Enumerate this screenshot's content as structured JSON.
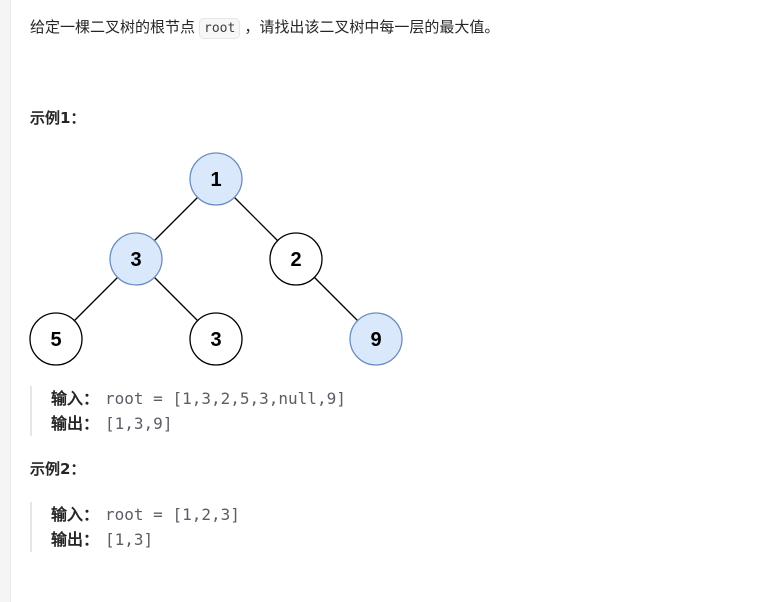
{
  "problem": {
    "desc_before": "给定一棵二叉树的根节点",
    "code": "root",
    "desc_after": "，请找出该二叉树中每一层的最大值。"
  },
  "example1": {
    "title": "示例1：",
    "input_label": "输入：",
    "input_value": "root = [1,3,2,5,3,null,9]",
    "output_label": "输出：",
    "output_value": "[1,3,9]",
    "tree": {
      "nodes": [
        {
          "id": "n1",
          "label": "1",
          "highlight": true
        },
        {
          "id": "n3a",
          "label": "3",
          "highlight": true
        },
        {
          "id": "n2",
          "label": "2",
          "highlight": false
        },
        {
          "id": "n5",
          "label": "5",
          "highlight": false
        },
        {
          "id": "n3b",
          "label": "3",
          "highlight": false
        },
        {
          "id": "n9",
          "label": "9",
          "highlight": true
        }
      ],
      "edges": [
        [
          "n1",
          "n3a"
        ],
        [
          "n1",
          "n2"
        ],
        [
          "n3a",
          "n5"
        ],
        [
          "n3a",
          "n3b"
        ],
        [
          "n2",
          "n9"
        ]
      ],
      "colors": {
        "highlight_fill": "#dae8fc",
        "highlight_stroke": "#6c8ebf",
        "normal_fill": "#ffffff",
        "normal_stroke": "#000000"
      }
    }
  },
  "example2": {
    "title": "示例2：",
    "input_label": "输入：",
    "input_value": "root = [1,2,3]",
    "output_label": "输出：",
    "output_value": "[1,3]"
  }
}
